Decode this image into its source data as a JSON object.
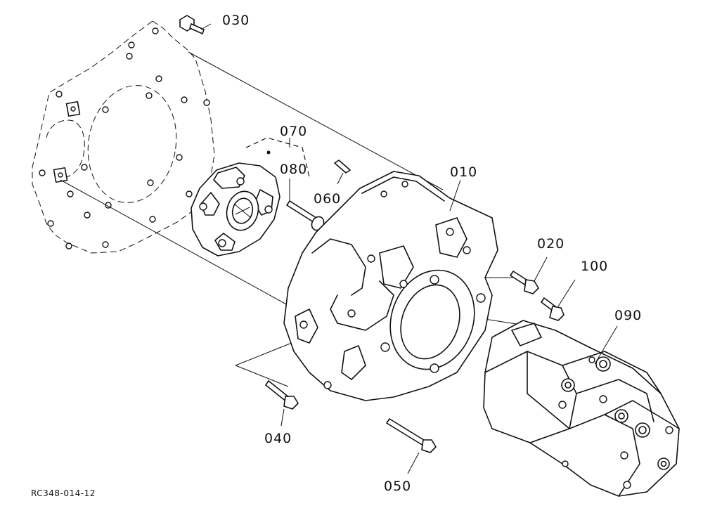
{
  "labels": {
    "p010": "010",
    "p020": "020",
    "p030": "030",
    "p040": "040",
    "p050": "050",
    "p060": "060",
    "p070": "070",
    "p080": "080",
    "p090": "090",
    "p100": "100"
  },
  "reference": "RC348-014-12",
  "colors": {
    "ink": "#111111",
    "paper": "#ffffff"
  }
}
